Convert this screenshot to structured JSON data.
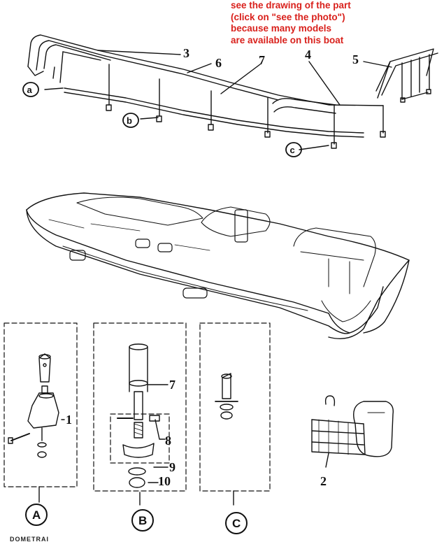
{
  "note": {
    "lines": [
      "see the drawing of the part",
      "(click on \"see the photo\")",
      "because many models",
      "are available on this boat"
    ],
    "color": "#d9211c"
  },
  "callouts": {
    "c1": "1",
    "c2": "2",
    "c3": "3",
    "c4": "4",
    "c5": "5",
    "c6": "6",
    "c7_top": "7",
    "c7_detail": "7",
    "c8": "8",
    "c9": "9",
    "c10": "10"
  },
  "circle_labels": {
    "a": "a",
    "b": "b",
    "c": "c",
    "A": "A",
    "B": "B",
    "C": "C"
  },
  "footer_fragment": "DOMETRAI"
}
